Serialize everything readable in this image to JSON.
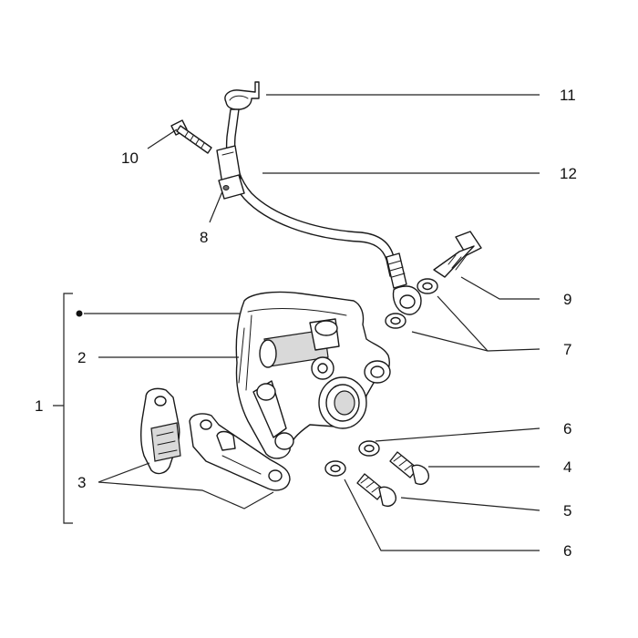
{
  "diagram": {
    "callouts": [
      {
        "id": "c11",
        "label": "11"
      },
      {
        "id": "c12",
        "label": "12"
      },
      {
        "id": "c10",
        "label": "10"
      },
      {
        "id": "c8",
        "label": "8"
      },
      {
        "id": "c9",
        "label": "9"
      },
      {
        "id": "c7",
        "label": "7"
      },
      {
        "id": "c1",
        "label": "1"
      },
      {
        "id": "c2",
        "label": "2"
      },
      {
        "id": "c6a",
        "label": "6"
      },
      {
        "id": "c4",
        "label": "4"
      },
      {
        "id": "c3",
        "label": "3"
      },
      {
        "id": "c5",
        "label": "5"
      },
      {
        "id": "c6b",
        "label": "6"
      }
    ]
  }
}
